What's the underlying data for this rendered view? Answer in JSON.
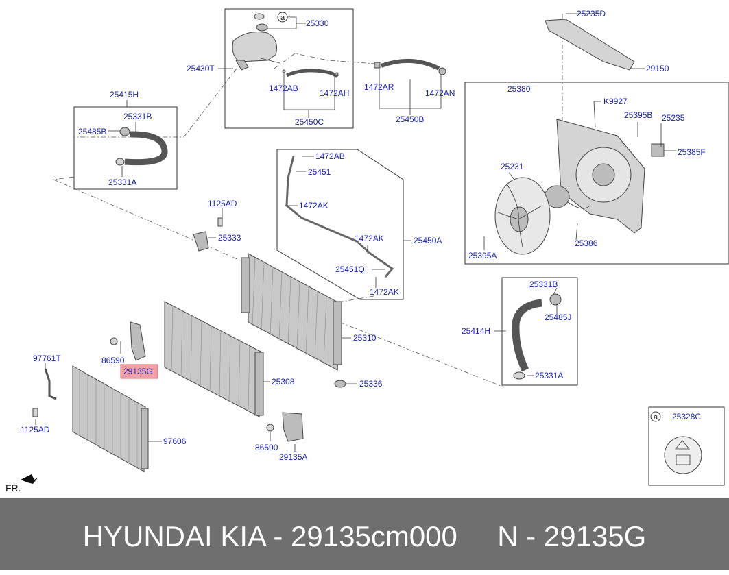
{
  "footer": {
    "text": "HYUNDAI KIA - 29135cm000     N - 29135G"
  },
  "direction_label": "FR.",
  "callout_symbol": "a",
  "highlight_color": "#f3a0a5",
  "label_color": "#1a22b8",
  "labels": {
    "l25330": "25330",
    "l25430T": "25430T",
    "l1472AB_top": "1472AB",
    "l1472AH": "1472AH",
    "l25450C": "25450C",
    "l1472AR": "1472AR",
    "l1472AN": "1472AN",
    "l25450B": "25450B",
    "l25235D": "25235D",
    "l29150": "29150",
    "l25380": "25380",
    "lK9927": "K9927",
    "l25395B": "25395B",
    "l25235": "25235",
    "l25385F": "25385F",
    "l25231": "25231",
    "l25386": "25386",
    "l25395A": "25395A",
    "l25415H": "25415H",
    "l25331B_left": "25331B",
    "l25485B": "25485B",
    "l25331A_left": "25331A",
    "l1472AB_mid": "1472AB",
    "l25451": "25451",
    "l1472AK_1": "1472AK",
    "l1472AK_2": "1472AK",
    "l25450A": "25450A",
    "l25451Q": "25451Q",
    "l1472AK_3": "1472AK",
    "l1125AD_top": "1125AD",
    "l25333": "25333",
    "l25310": "25310",
    "l25331B_right": "25331B",
    "l25485J": "25485J",
    "l25414H": "25414H",
    "l25331A_right": "25331A",
    "l25336": "25336",
    "l25308": "25308",
    "l97761T": "97761T",
    "l86590_top": "86590",
    "l29135G": "29135G",
    "l1125AD_bottom": "1125AD",
    "l97606": "97606",
    "l86590_bottom": "86590",
    "l29135A": "29135A",
    "l25328C": "25328C"
  }
}
